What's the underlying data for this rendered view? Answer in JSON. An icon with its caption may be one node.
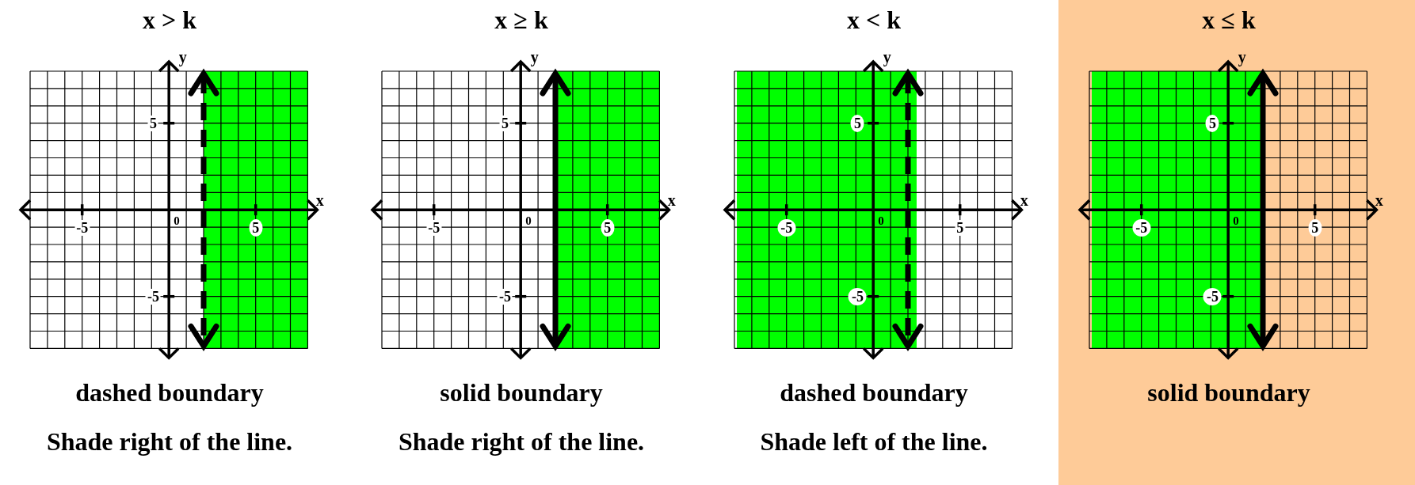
{
  "diagram": {
    "nodes": [
      {
        "text": [
          "x ≤ k",
          "solid boundary"
        ]
      }
    ],
    "labels": [
      "x > k",
      "y",
      "5",
      "x",
      "-5",
      "0",
      "5",
      "-5",
      "dashed boundary",
      "Shade right of the line.",
      "x ≥ k",
      "y",
      "5",
      "x",
      "-5",
      "0",
      "5",
      "-5",
      "solid boundary",
      "Shade right of the line.",
      "x < k",
      "y",
      "5",
      "x",
      "-5",
      "0",
      "5",
      "-5",
      "dashed boundary",
      "Shade left of the line.",
      "y",
      "5",
      "x",
      "-5",
      "0",
      "5",
      "-5"
    ]
  }
}
